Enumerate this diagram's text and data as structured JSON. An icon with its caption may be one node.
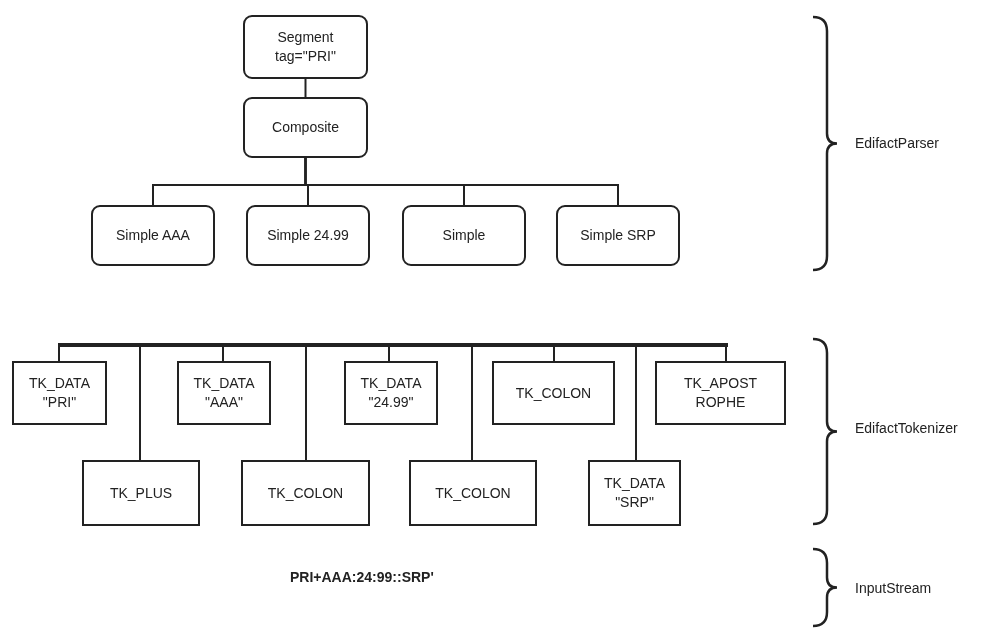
{
  "diagram": {
    "nodes": [
      {
        "text": [
          "Segment tag=\"PRI\""
        ]
      },
      {
        "text": [
          "Composite"
        ]
      },
      {
        "text": [
          "Simple AAA"
        ]
      },
      {
        "text": [
          "Simple 24.99"
        ]
      },
      {
        "text": [
          "Simple"
        ]
      },
      {
        "text": [
          "Simple SRP"
        ]
      },
      {
        "text": [],
        "shape": "bar"
      },
      {
        "text": [
          "TK_DATA \"PRI\""
        ]
      },
      {
        "text": [
          "TK_PLUS"
        ]
      },
      {
        "text": [
          "TK_DATA \"AAA\""
        ]
      },
      {
        "text": [
          "TK_COLON"
        ]
      },
      {
        "text": [
          "TK_DATA \"24.99\""
        ]
      },
      {
        "text": [
          "TK_COLON"
        ]
      },
      {
        "text": [
          "TK_COLON"
        ]
      },
      {
        "text": [
          "TK_DATA \"SRP\""
        ]
      },
      {
        "text": [
          "TK_APOST ROPHE"
        ]
      }
    ],
    "edges": [
      {
        "from": 0,
        "to": 1,
        "arrow": "none"
      },
      {
        "from": 1,
        "to": 2,
        "arrow": "none"
      },
      {
        "from": 1,
        "to": 3,
        "arrow": "none"
      },
      {
        "from": 1,
        "to": 4,
        "arrow": "none"
      },
      {
        "from": 1,
        "to": 5,
        "arrow": "none"
      },
      {
        "from": 6,
        "to": 7,
        "arrow": "none"
      },
      {
        "from": 6,
        "to": 8,
        "arrow": "none"
      },
      {
        "from": 6,
        "to": 9,
        "arrow": "none"
      },
      {
        "from": 6,
        "to": 10,
        "arrow": "none"
      },
      {
        "from": 6,
        "to": 11,
        "arrow": "none"
      },
      {
        "from": 6,
        "to": 12,
        "arrow": "none"
      },
      {
        "from": 6,
        "to": 13,
        "arrow": "none"
      },
      {
        "from": 6,
        "to": 14,
        "arrow": "none"
      },
      {
        "from": 6,
        "to": 15,
        "arrow": "none"
      }
    ],
    "labels": [
      "EdifactParser",
      "EdifactTokenizer",
      "PRI+AAA:24:99::SRP'",
      "InputStream"
    ]
  }
}
